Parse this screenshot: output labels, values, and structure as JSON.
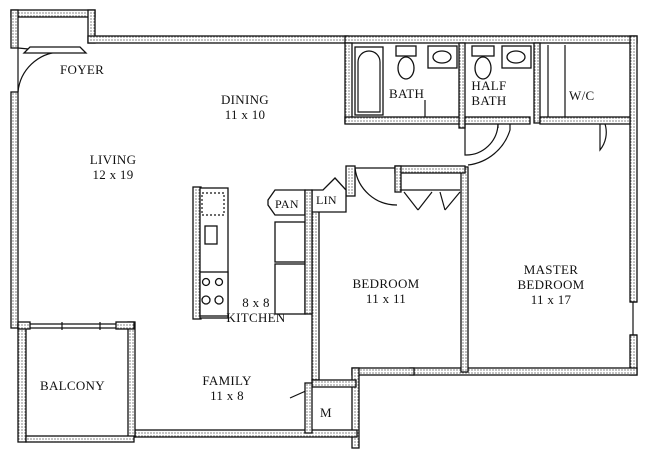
{
  "rooms": {
    "foyer": {
      "name": "FOYER"
    },
    "dining": {
      "name": "DINING",
      "size": "11 x 10"
    },
    "living": {
      "name": "LIVING",
      "size": "12 x 19"
    },
    "bath": {
      "name": "BATH"
    },
    "half_bath": {
      "line1": "HALF",
      "line2": "BATH"
    },
    "wc": {
      "name": "W/C"
    },
    "pantry": {
      "name": "PAN"
    },
    "linen": {
      "name": "LIN"
    },
    "kitchen": {
      "size": "8 x 8",
      "name": "KITCHEN"
    },
    "bedroom": {
      "name": "BEDROOM",
      "size": "11 x 11"
    },
    "master_bedroom": {
      "line1": "MASTER",
      "line2": "BEDROOM",
      "size": "11 x 17"
    },
    "balcony": {
      "name": "BALCONY"
    },
    "family": {
      "name": "FAMILY",
      "size": "11 x 8"
    },
    "mechanical": {
      "name": "M"
    }
  },
  "colors": {
    "ink": "#111111",
    "paper": "#ffffff"
  },
  "icons": [
    "door-swing-icon",
    "bathtub-icon",
    "toilet-icon",
    "sink-icon",
    "stove-burner-icon",
    "sliding-door-icon"
  ]
}
